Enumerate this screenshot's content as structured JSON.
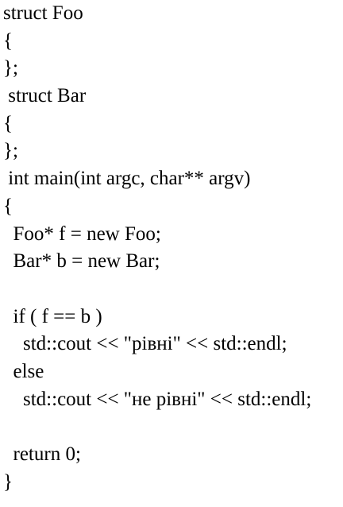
{
  "document": {
    "lines": [
      "struct Foo",
      "{",
      "};",
      " struct Bar",
      "{",
      "};",
      " int main(int argc, char** argv)",
      "{",
      "  Foo* f = new Foo;",
      "  Bar* b = new Bar;",
      "",
      "  if ( f == b )",
      "    std::cout << \"рівні\" << std::endl;",
      "  else",
      "    std::cout << \"не рівні\" << std::endl;",
      "",
      "  return 0;",
      "}"
    ]
  }
}
